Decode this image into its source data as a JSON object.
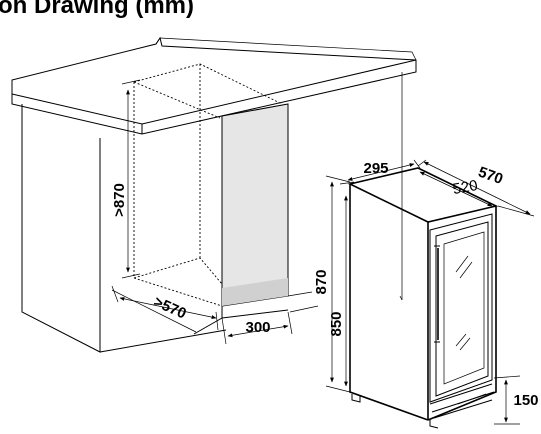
{
  "title": "on Drawing (mm)",
  "dimensions": {
    "cabinet_height_min": ">870",
    "cabinet_depth_min": ">570",
    "side_gap": "300",
    "unit_width": "295",
    "unit_depth_total": "570",
    "unit_depth_body": "520",
    "unit_height_total": "870",
    "unit_height_body": "850",
    "plinth_height": "150"
  }
}
